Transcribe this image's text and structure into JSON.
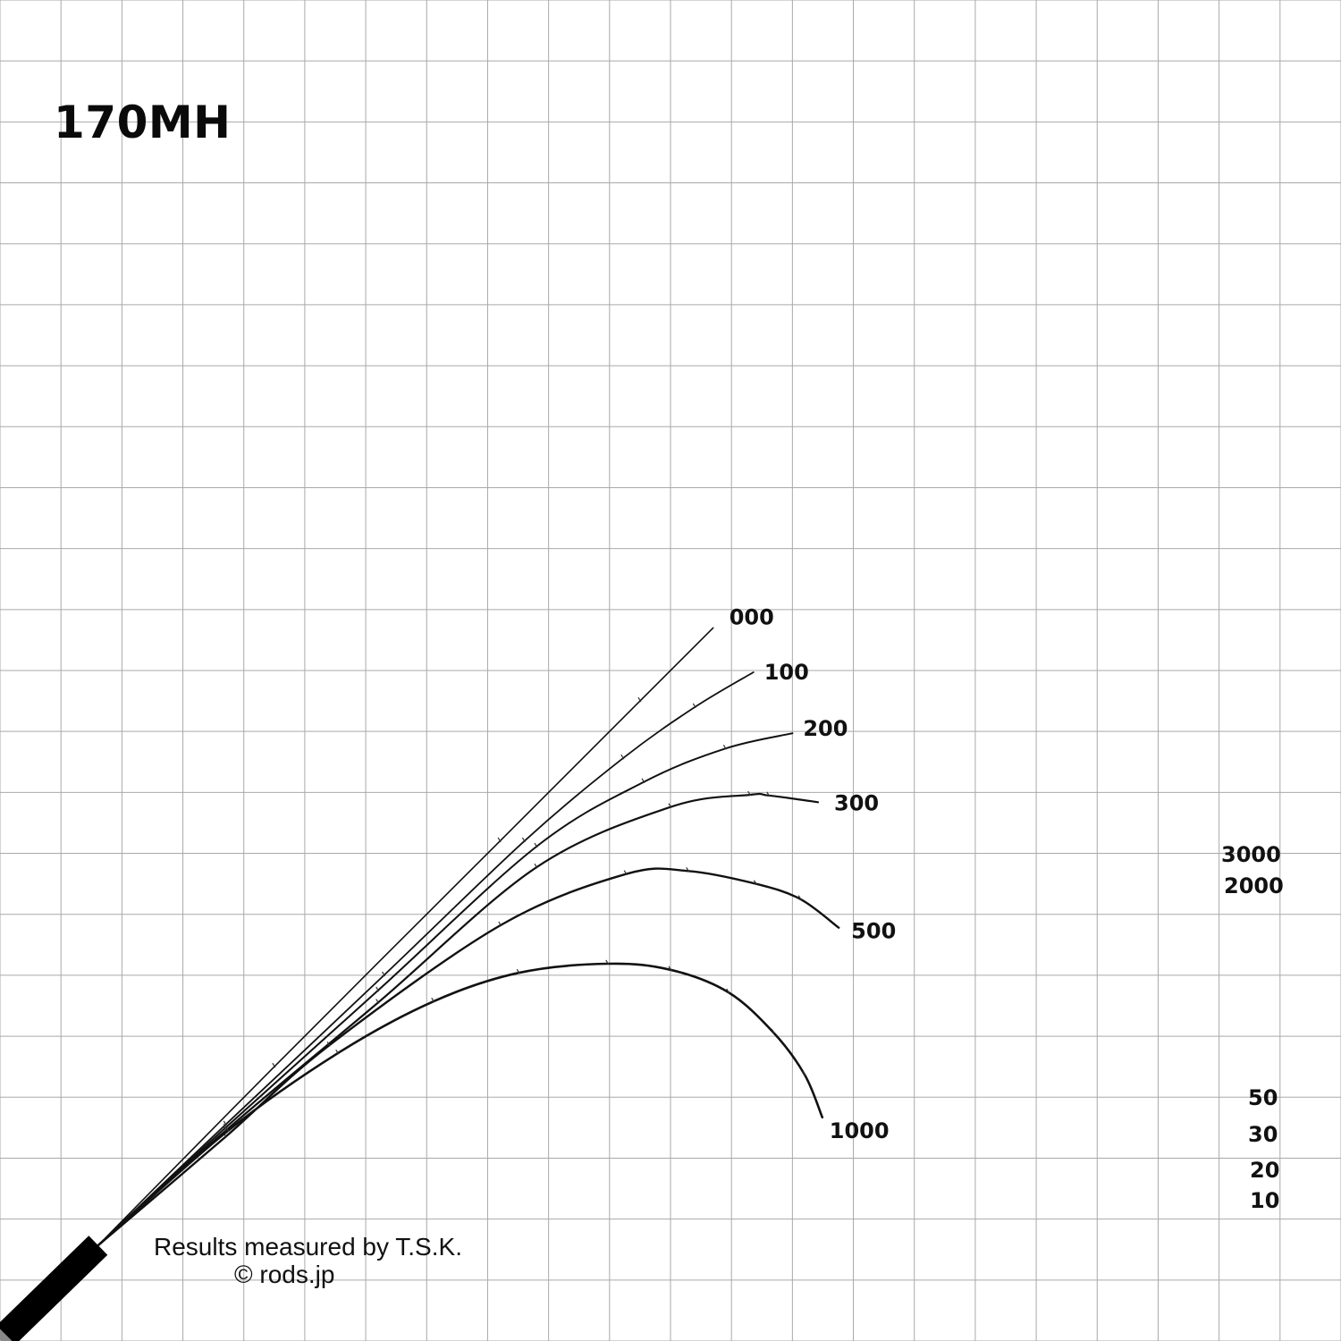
{
  "title": "170MH",
  "credits": {
    "measured_by": "Results measured by T.S.K.",
    "copyright": "© rods.jp"
  },
  "chart_data": {
    "type": "line",
    "title": "170MH",
    "description": "Rod bend curves under increasing load (grams), plotted on a square grid",
    "xlabel": "",
    "ylabel": "",
    "unit_note": "coordinates in grid cells from bottom-left corner",
    "xlim": [
      0,
      22
    ],
    "ylim": [
      0,
      22
    ],
    "grid": true,
    "butt": [
      [
        0.07,
        0.07
      ],
      [
        1.61,
        1.57
      ]
    ],
    "series": [
      {
        "name": "000",
        "label": "000",
        "points": [
          [
            1.61,
            1.57
          ],
          [
            4.5,
            4.5
          ],
          [
            8.2,
            8.2
          ],
          [
            10.5,
            10.5
          ],
          [
            11.7,
            11.7
          ]
        ]
      },
      {
        "name": "100",
        "label": "100",
        "points": [
          [
            1.61,
            1.57
          ],
          [
            3.7,
            3.55
          ],
          [
            6.3,
            6.0
          ],
          [
            8.6,
            8.2
          ],
          [
            10.22,
            9.56
          ],
          [
            11.4,
            10.4
          ],
          [
            12.36,
            10.97
          ]
        ]
      },
      {
        "name": "200",
        "label": "200",
        "points": [
          [
            1.61,
            1.57
          ],
          [
            3.7,
            3.5
          ],
          [
            6.2,
            5.75
          ],
          [
            8.8,
            8.11
          ],
          [
            10.56,
            9.17
          ],
          [
            11.9,
            9.72
          ],
          [
            13.0,
            9.97
          ]
        ]
      },
      {
        "name": "300",
        "label": "300",
        "points": [
          [
            1.61,
            1.57
          ],
          [
            3.7,
            3.45
          ],
          [
            6.2,
            5.55
          ],
          [
            8.8,
            7.77
          ],
          [
            11.0,
            8.76
          ],
          [
            12.3,
            8.96
          ],
          [
            12.61,
            8.95
          ],
          [
            13.42,
            8.84
          ]
        ]
      },
      {
        "name": "500",
        "label": "500",
        "points": [
          [
            1.61,
            1.57
          ],
          [
            3.7,
            3.35
          ],
          [
            5.4,
            4.85
          ],
          [
            8.21,
            6.82
          ],
          [
            10.27,
            7.66
          ],
          [
            11.29,
            7.71
          ],
          [
            12.4,
            7.5
          ],
          [
            13.13,
            7.25
          ],
          [
            13.76,
            6.78
          ]
        ]
      },
      {
        "name": "1000",
        "label": "1000",
        "points": [
          [
            1.61,
            1.57
          ],
          [
            3.74,
            3.45
          ],
          [
            5.54,
            4.72
          ],
          [
            7.11,
            5.57
          ],
          [
            8.51,
            6.04
          ],
          [
            9.97,
            6.19
          ],
          [
            11.0,
            6.09
          ],
          [
            11.95,
            5.72
          ],
          [
            12.69,
            5.06
          ],
          [
            13.2,
            4.37
          ],
          [
            13.49,
            3.67
          ]
        ]
      }
    ],
    "side_labels": {
      "upper": [
        "3000",
        "2000"
      ],
      "lower": [
        "50",
        "30",
        "20",
        "10"
      ]
    }
  }
}
